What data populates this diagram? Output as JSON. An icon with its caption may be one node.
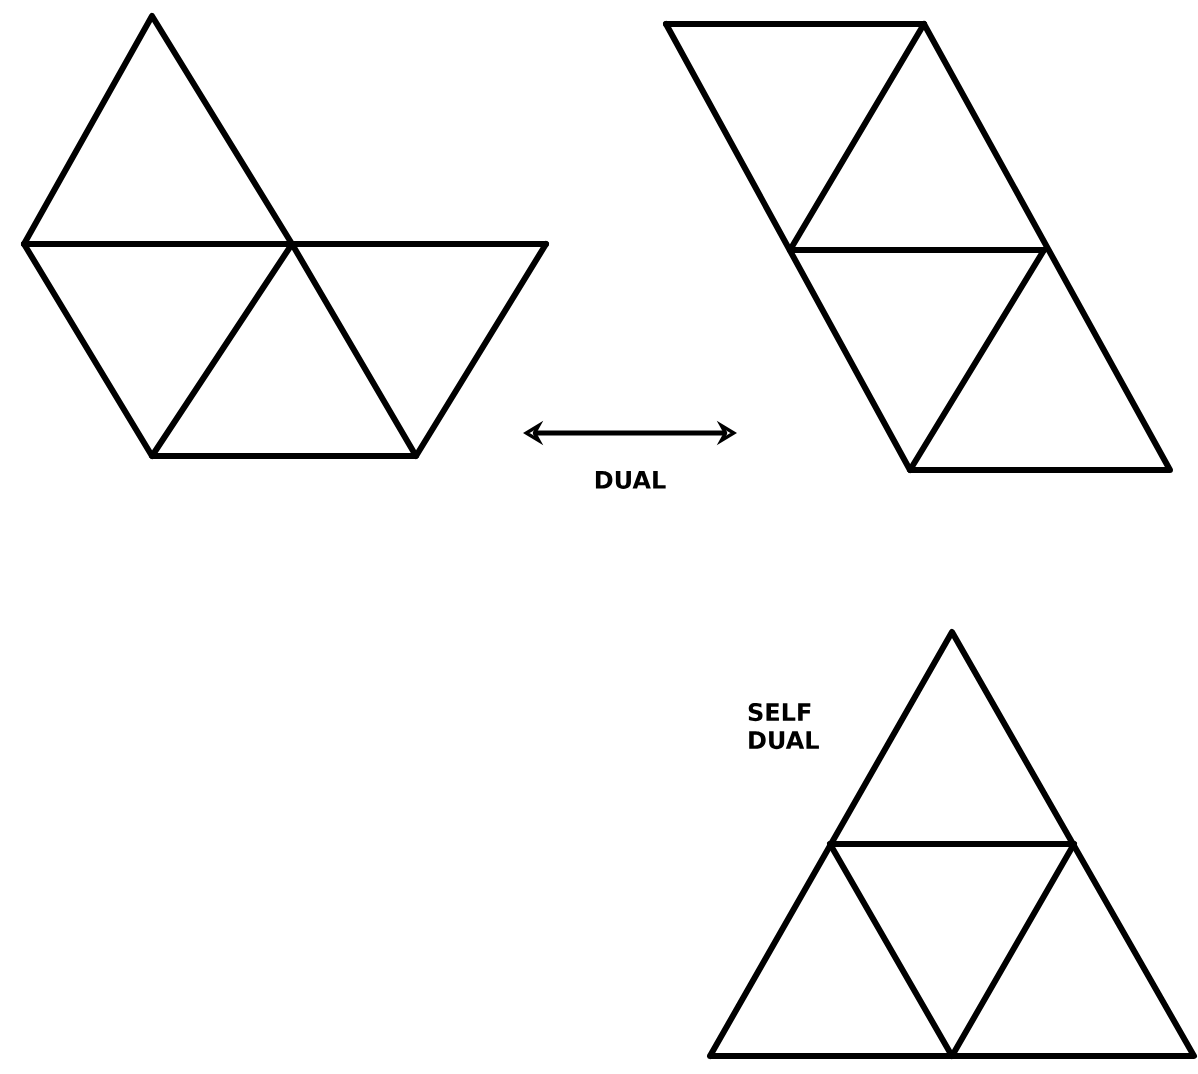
{
  "diagram": {
    "nodes": [
      {
        "text": [],
        "shape": "picture"
      },
      {
        "text": [],
        "shape": "picture"
      },
      {
        "text": [],
        "shape": "picture",
        "beside": [
          "SELF DUAL"
        ]
      }
    ],
    "edges": [
      {
        "from": 0,
        "to": 1,
        "arrow": "both",
        "label": "DUAL"
      }
    ]
  }
}
